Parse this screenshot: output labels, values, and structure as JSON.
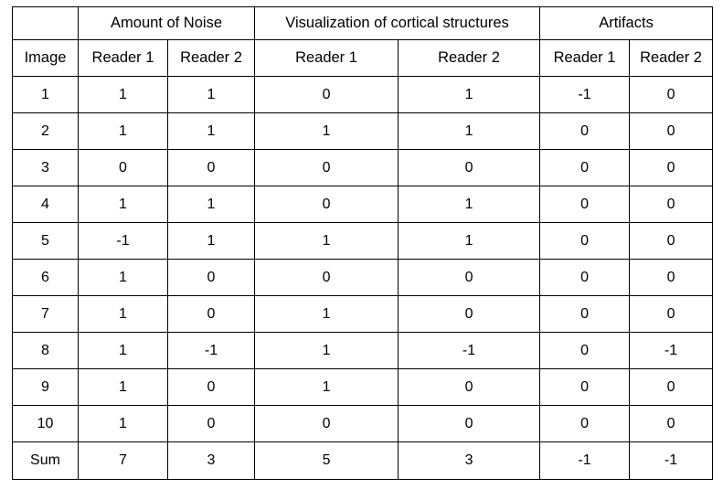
{
  "table": {
    "group_headers": [
      {
        "label": "",
        "span": 1
      },
      {
        "label": "Amount of Noise",
        "span": 2
      },
      {
        "label": "Visualization of cortical structures",
        "span": 2
      },
      {
        "label": "Artifacts",
        "span": 2
      }
    ],
    "column_headers": [
      "Image",
      "Reader 1",
      "Reader 2",
      "Reader 1",
      "Reader 2",
      "Reader 1",
      "Reader 2"
    ],
    "rows": [
      {
        "image": "1",
        "cells": [
          "1",
          "1",
          "0",
          "1",
          "-1",
          "0"
        ]
      },
      {
        "image": "2",
        "cells": [
          "1",
          "1",
          "1",
          "1",
          "0",
          "0"
        ]
      },
      {
        "image": "3",
        "cells": [
          "0",
          "0",
          "0",
          "0",
          "0",
          "0"
        ]
      },
      {
        "image": "4",
        "cells": [
          "1",
          "1",
          "0",
          "1",
          "0",
          "0"
        ]
      },
      {
        "image": "5",
        "cells": [
          "-1",
          "1",
          "1",
          "1",
          "0",
          "0"
        ]
      },
      {
        "image": "6",
        "cells": [
          "1",
          "0",
          "0",
          "0",
          "0",
          "0"
        ]
      },
      {
        "image": "7",
        "cells": [
          "1",
          "0",
          "1",
          "0",
          "0",
          "0"
        ]
      },
      {
        "image": "8",
        "cells": [
          "1",
          "-1",
          "1",
          "-1",
          "0",
          "-1"
        ]
      },
      {
        "image": "9",
        "cells": [
          "1",
          "0",
          "1",
          "0",
          "0",
          "0"
        ]
      },
      {
        "image": "10",
        "cells": [
          "1",
          "0",
          "0",
          "0",
          "0",
          "0"
        ]
      }
    ],
    "summary": {
      "label": "Sum",
      "cells": [
        "7",
        "3",
        "5",
        "3",
        "-1",
        "-1"
      ]
    }
  },
  "colors": {
    "border": "#000000",
    "text": "#000000",
    "background": "#ffffff"
  }
}
